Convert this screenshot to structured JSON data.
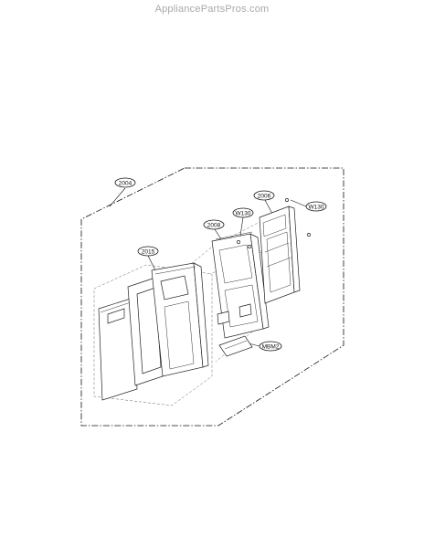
{
  "watermark": "AppliancePartsPros.com",
  "parts": {
    "assembly": "2004",
    "door_panel": "2015",
    "frame": "2008",
    "pcb": "2006",
    "screw_left": "W130",
    "screw_right": "W130",
    "bracket": "MBM2"
  }
}
